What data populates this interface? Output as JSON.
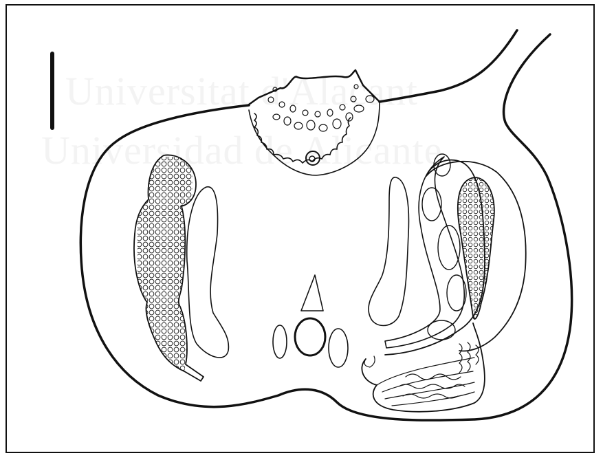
{
  "figure": {
    "watermark_line_1": "Universitat d'Alacant",
    "watermark_line_2": "Universidad de Alicante",
    "ink_color": "#111111",
    "paper_color": "#ffffff",
    "watermark_color": "#f3f3f3"
  },
  "elements": {
    "scale_bar": "scale-bar",
    "section_outline": "cross-section-outline",
    "dorsal_body": "dorsal-organ",
    "left_lobed_organ": "left-lobed-gland",
    "right_lobed_organ": "right-lobed-gland",
    "coiled_duct": "coiled-duct-mass",
    "central_ovals": "central-ovals"
  }
}
